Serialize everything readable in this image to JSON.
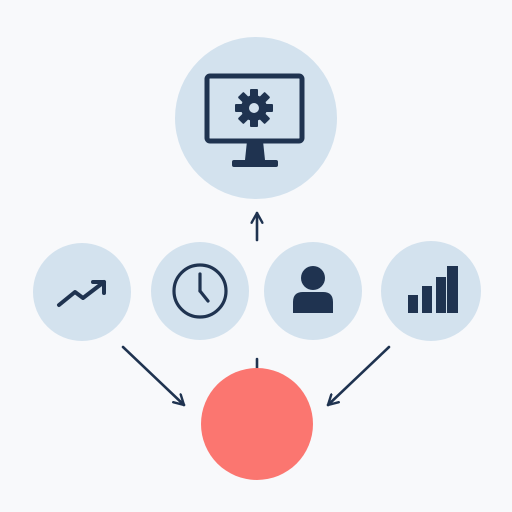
{
  "diagram": {
    "colors": {
      "background": "#f8f9fb",
      "node_fill": "#d3e2ee",
      "icon": "#1f3350",
      "center_node": "#fb7670"
    },
    "nodes": [
      {
        "id": "monitor",
        "icon": "monitor-gear-icon"
      },
      {
        "id": "trend",
        "icon": "trend-up-icon"
      },
      {
        "id": "clock",
        "icon": "clock-icon"
      },
      {
        "id": "user",
        "icon": "user-icon"
      },
      {
        "id": "bars",
        "icon": "bar-chart-icon"
      },
      {
        "id": "center",
        "icon": "none"
      }
    ],
    "edges": [
      {
        "from": "clock",
        "to": "monitor"
      },
      {
        "from": "user",
        "to": "monitor"
      },
      {
        "from": "trend",
        "to": "center"
      },
      {
        "from": "bars",
        "to": "center"
      }
    ]
  }
}
